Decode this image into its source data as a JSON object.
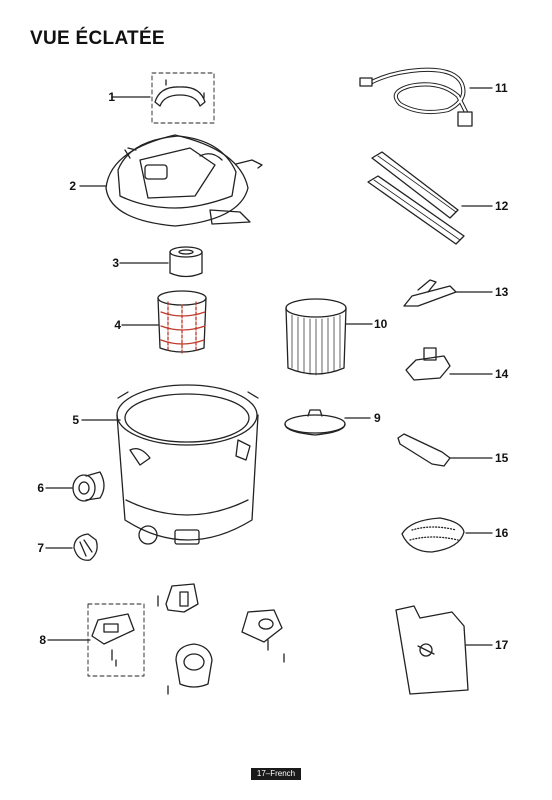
{
  "page": {
    "title": "VUE ÉCLATÉE",
    "footer": "17–French"
  },
  "callouts": [
    {
      "number": "1",
      "part": "handle"
    },
    {
      "number": "2",
      "part": "power-head"
    },
    {
      "number": "3",
      "part": "foam-filter"
    },
    {
      "number": "4",
      "part": "filter-cage"
    },
    {
      "number": "5",
      "part": "drum"
    },
    {
      "number": "6",
      "part": "caster"
    },
    {
      "number": "7",
      "part": "drain-cap"
    },
    {
      "number": "8",
      "part": "caster-foot"
    },
    {
      "number": "9",
      "part": "filter-lid"
    },
    {
      "number": "10",
      "part": "cartridge-filter"
    },
    {
      "number": "11",
      "part": "hose"
    },
    {
      "number": "12",
      "part": "extension-wands"
    },
    {
      "number": "13",
      "part": "floor-nozzle"
    },
    {
      "number": "14",
      "part": "utility-nozzle"
    },
    {
      "number": "15",
      "part": "crevice-tool"
    },
    {
      "number": "16",
      "part": "dust-bag"
    },
    {
      "number": "17",
      "part": "disposable-bag"
    }
  ],
  "colors": {
    "line": "#222222",
    "accent_red": "#c0392b",
    "footer_bg": "#1a1a1a"
  }
}
